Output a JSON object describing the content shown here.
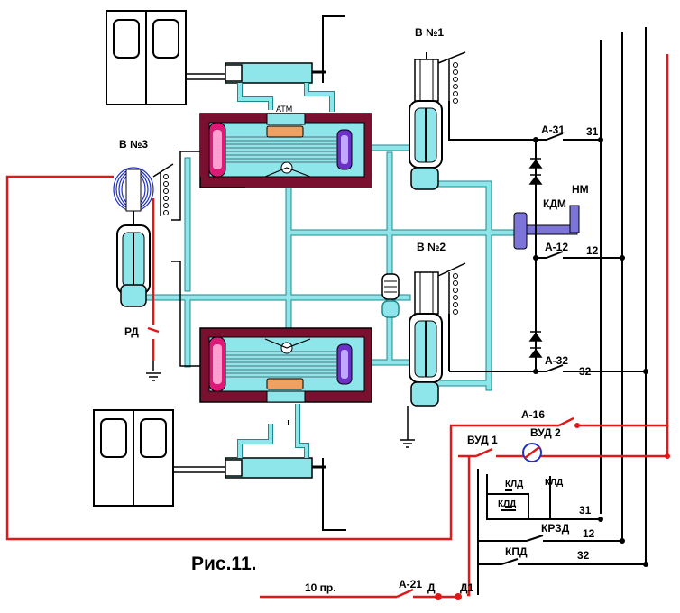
{
  "colors": {
    "air": "#8ee6ea",
    "air_stroke": "#1a8a90",
    "wire_black": "#000000",
    "wire_red": "#e01818",
    "housing": "#7a1030",
    "piston_pink": "#e01878",
    "piston_violet": "#6b30c8",
    "seal_orange": "#f0a060",
    "coil_blue": "#2030c0",
    "kdm_violet": "#7c74d8"
  },
  "labels": {
    "valve1": "В №1",
    "valve2": "В №2",
    "valve3": "В №3",
    "atm": "АТМ",
    "a31": "А-31",
    "a12": "А-12",
    "a32": "А-32",
    "a16": "А-16",
    "a21": "А-21",
    "w31_top": "31",
    "w12_top": "12",
    "w32_top": "32",
    "w31_bot": "31",
    "w12_bot": "12",
    "w32_bot": "32",
    "kdm": "КДМ",
    "nm": "НМ",
    "rd": "РД",
    "vud1": "ВУД 1",
    "vud2": "ВУД 2",
    "kld1": "КЛД",
    "kld2": "КЛД",
    "kld3": "КЛД",
    "krzd": "КРЗД",
    "kpd": "КПД",
    "pr10": "10 пр.",
    "d": "Д",
    "d1": "Д1",
    "caption": "Рис.11."
  }
}
